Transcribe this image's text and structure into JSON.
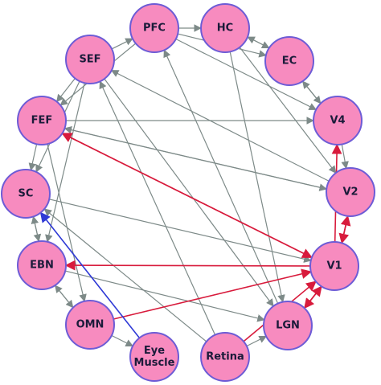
{
  "diagram": {
    "nodes": [
      {
        "id": "PFC",
        "label": "PFC"
      },
      {
        "id": "HC",
        "label": "HC"
      },
      {
        "id": "SEF",
        "label": "SEF"
      },
      {
        "id": "EC",
        "label": "EC"
      },
      {
        "id": "FEF",
        "label": "FEF"
      },
      {
        "id": "V4",
        "label": "V4"
      },
      {
        "id": "SC",
        "label": "SC"
      },
      {
        "id": "V2",
        "label": "V2"
      },
      {
        "id": "EBN",
        "label": "EBN"
      },
      {
        "id": "V1",
        "label": "V1"
      },
      {
        "id": "OMN",
        "label": "OMN"
      },
      {
        "id": "LGN",
        "label": "LGN"
      },
      {
        "id": "Retina",
        "label": "Retina"
      },
      {
        "id": "EyeMuscle",
        "label_lines": [
          "Eye",
          "Muscle"
        ]
      }
    ],
    "colors": {
      "node_fill": "#f78bbf",
      "node_stroke": "#6d5cd6",
      "edge_gray": "#7d8a88",
      "edge_red": "#d81b3c",
      "edge_blue": "#2f3ad6"
    },
    "edges": [
      {
        "from": "PFC",
        "to": "HC",
        "color": "gray"
      },
      {
        "from": "PFC",
        "to": "EC",
        "color": "gray"
      },
      {
        "from": "PFC",
        "to": "V4",
        "color": "gray"
      },
      {
        "from": "PFC",
        "to": "FEF",
        "color": "gray"
      },
      {
        "from": "LGN",
        "to": "PFC",
        "color": "gray"
      },
      {
        "from": "HC",
        "to": "V2",
        "color": "gray"
      },
      {
        "from": "HC",
        "to": "LGN",
        "color": "gray"
      },
      {
        "from": "EC",
        "to": "HC",
        "color": "gray"
      },
      {
        "from": "HC",
        "to": "EC",
        "color": "gray"
      },
      {
        "from": "EC",
        "to": "V4",
        "color": "gray"
      },
      {
        "from": "V4",
        "to": "EC",
        "color": "gray"
      },
      {
        "from": "V4",
        "to": "V2",
        "color": "gray"
      },
      {
        "from": "V2",
        "to": "SEF",
        "color": "gray"
      },
      {
        "from": "V2",
        "to": "FEF",
        "color": "gray"
      },
      {
        "from": "SEF",
        "to": "PFC",
        "color": "gray"
      },
      {
        "from": "SEF",
        "to": "FEF",
        "color": "gray"
      },
      {
        "from": "SEF",
        "to": "SC",
        "color": "gray"
      },
      {
        "from": "SEF",
        "to": "LGN",
        "color": "gray"
      },
      {
        "from": "SEF",
        "to": "EBN",
        "color": "gray"
      },
      {
        "from": "FEF",
        "to": "V4",
        "color": "gray"
      },
      {
        "from": "FEF",
        "to": "SC",
        "color": "gray"
      },
      {
        "from": "FEF",
        "to": "V2",
        "color": "gray"
      },
      {
        "from": "FEF",
        "to": "OMN",
        "color": "gray"
      },
      {
        "from": "SC",
        "to": "EBN",
        "color": "gray"
      },
      {
        "from": "EBN",
        "to": "SC",
        "color": "gray"
      },
      {
        "from": "EBN",
        "to": "OMN",
        "color": "gray"
      },
      {
        "from": "OMN",
        "to": "EBN",
        "color": "gray"
      },
      {
        "from": "EBN",
        "to": "LGN",
        "color": "gray"
      },
      {
        "from": "SC",
        "to": "V1",
        "color": "gray"
      },
      {
        "from": "OMN",
        "to": "EyeMuscle",
        "color": "gray"
      },
      {
        "from": "Retina",
        "to": "LGN",
        "color": "gray"
      },
      {
        "from": "Retina",
        "to": "SC",
        "color": "gray"
      },
      {
        "from": "Retina",
        "to": "SEF",
        "color": "gray"
      },
      {
        "from": "FEF",
        "to": "V1",
        "color": "red"
      },
      {
        "from": "V1",
        "to": "FEF",
        "color": "red"
      },
      {
        "from": "V1",
        "to": "EBN",
        "color": "red"
      },
      {
        "from": "OMN",
        "to": "V1",
        "color": "red"
      },
      {
        "from": "LGN",
        "to": "V1",
        "color": "red"
      },
      {
        "from": "V1",
        "to": "LGN",
        "color": "red"
      },
      {
        "from": "V1",
        "to": "V2",
        "color": "red"
      },
      {
        "from": "V2",
        "to": "V1",
        "color": "red"
      },
      {
        "from": "V1",
        "to": "V4",
        "color": "red"
      },
      {
        "from": "Retina",
        "to": "V1",
        "color": "red"
      },
      {
        "from": "EyeMuscle",
        "to": "SC",
        "color": "blue"
      }
    ]
  }
}
